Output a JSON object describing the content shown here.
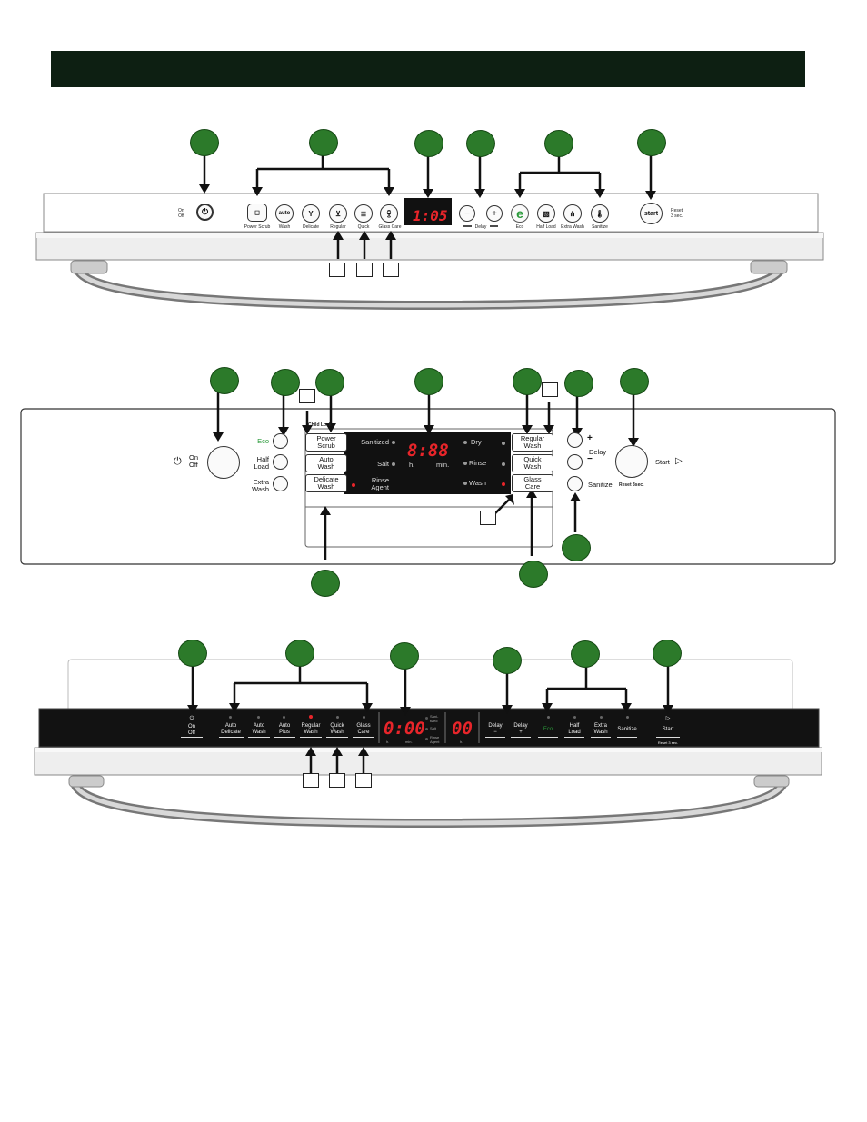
{
  "panel1": {
    "on_off": "On\nOff",
    "power_scrub": "Power Scrub",
    "auto": "auto",
    "wash": "Wash",
    "delicate": "Delicate",
    "regular": "Regular",
    "quick": "Quick",
    "glass_care": "Glass Care",
    "display": "1:05",
    "minus": "−",
    "plus": "+",
    "delay": "Delay",
    "eco_letter": "e",
    "eco": "Eco",
    "half_load": "Half Load",
    "extra_wash": "Extra Wash",
    "sanitize": "Sanitize",
    "start": "start",
    "reset": "Reset\n3 sec."
  },
  "panel2": {
    "on_off": "On\nOff",
    "eco": "Eco",
    "half_load": "Half\nLoad",
    "extra_wash": "Extra\nWash",
    "child_lock": "Child Lock",
    "power_scrub": "Power\nScrub",
    "auto_wash": "Auto\nWash",
    "delicate_wash": "Delicate\nWash",
    "sanitized": "Sanitized",
    "salt": "Salt",
    "rinse_agent": "Rinse\nAgent",
    "display": "8:88",
    "h": "h.",
    "min": "min.",
    "dry": "Dry",
    "rinse": "Rinse",
    "wash": "Wash",
    "regular_wash": "Regular\nWash",
    "quick_wash": "Quick\nWash",
    "glass_care": "Glass\nCare",
    "delay": "Delay",
    "sanitize": "Sanitize",
    "start": "Start",
    "reset": "Reset 3sec."
  },
  "panel3": {
    "on_off": "On\nOff",
    "auto_delicate": "Auto\nDelicate",
    "auto_wash": "Auto\nWash",
    "auto_plus": "Auto\nPlus",
    "regular_wash": "Regular\nWash",
    "quick_wash": "Quick\nWash",
    "glass_care": "Glass\nCare",
    "display_time": "0:00",
    "h": "h.",
    "min": "min.",
    "sanitized": "Sani-\ntized",
    "salt": "Salt",
    "rinse_agent": "Rinse\nAgent",
    "display_delay": "00",
    "h2": "h.",
    "delay_minus": "Delay\n−",
    "delay_plus": "Delay\n+",
    "eco": "Eco",
    "half_load": "Half\nLoad",
    "extra_wash": "Extra\nWash",
    "sanitize": "Sanitize",
    "start": "Start",
    "reset": "Reset 3 sec."
  },
  "colors": {
    "callout": "#2c7a2a",
    "header": "#0d1f12",
    "display_red": "#e8252a",
    "eco_green": "#2a9a3a"
  }
}
